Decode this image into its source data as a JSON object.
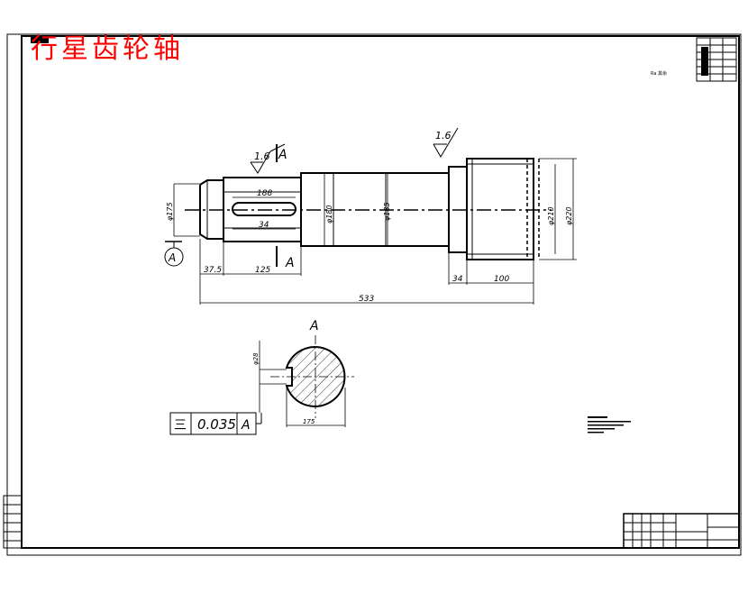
{
  "drawing": {
    "title": "行星齿轮轴",
    "section_label": "A",
    "section_mark_left": "A",
    "section_mark_bottom": "A",
    "roughness_1": "1.6",
    "roughness_2": "1.6",
    "roughness_1_ref": "A",
    "tolerance_symbol": "三",
    "tolerance_value": "0.035",
    "tolerance_datum": "A",
    "dims": {
      "d_left": "φ175",
      "keyway_len": "188",
      "keyway_w": "34",
      "d_mid1": "φ180",
      "d_mid2": "φ185",
      "d_right1": "φ210",
      "d_right2": "φ220",
      "len_left": "37.5",
      "len_125": "125",
      "len_34": "34",
      "len_100": "100",
      "len_total": "533",
      "sect_vert": "φ28",
      "sect_horiz": "175"
    },
    "colors": {
      "line": "#000000",
      "title": "#ff0000"
    }
  }
}
